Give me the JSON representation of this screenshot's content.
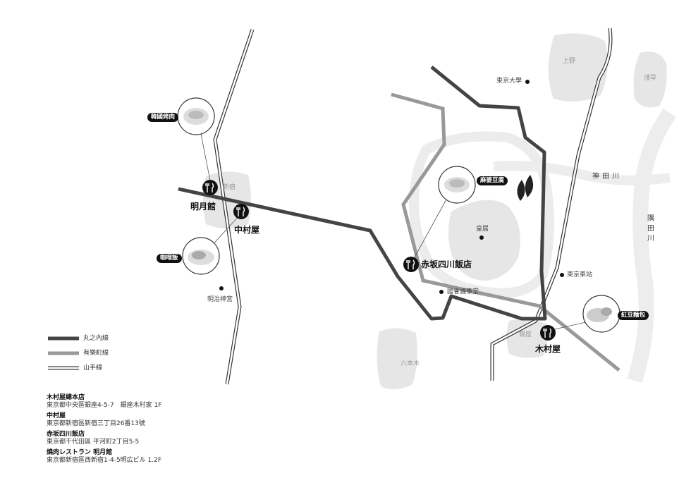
{
  "districts": {
    "ueno": "上野",
    "asakusa": "淺草",
    "shinjuku": "新宿",
    "ginza": "銀座",
    "roppongi": "六本木"
  },
  "landmarks": {
    "todai": "東京大學",
    "kokyo": "皇居",
    "meiji": "明治神宮",
    "diet": "國會議事堂",
    "station": "東京車站"
  },
  "rivers": {
    "kanda": "神田川",
    "sumida": "隅田川"
  },
  "restaurants": {
    "meigetsukan": "明月館",
    "nakamuraya": "中村屋",
    "akasaka": "赤坂四川飯店",
    "kimuraya": "木村屋"
  },
  "dishes": {
    "korean_bbq": "韓國烤肉",
    "curry": "咖哩飯",
    "mapo": "麻婆豆腐",
    "anpan": "紅豆麵包"
  },
  "legend": [
    {
      "label": "丸之內線",
      "color": "#444444"
    },
    {
      "label": "有樂町線",
      "color": "#999999"
    },
    {
      "label": "山手線",
      "color": "#ffffff"
    }
  ],
  "addresses": [
    {
      "name": "木村屋總本店",
      "address": "東京都中央區銀座4-5-7　銀座木村家 1F"
    },
    {
      "name": "中村屋",
      "address": "東京都新宿區新宿三丁目26番13號"
    },
    {
      "name": "赤坂四川飯店",
      "address": "東京都千代田區 平河町2丁目5-5"
    },
    {
      "name": "燒肉レストラン 明月館",
      "address": "東京都新宿區西新宿1-4-5明広ビル 1.2F"
    }
  ],
  "colors": {
    "marunouchi": "#444444",
    "yurakucho": "#999999",
    "district_fill": "#e6e6e6",
    "river_fill": "#eeeeee"
  },
  "icons": [
    "fork-knife-icon",
    "leaf-icon"
  ]
}
